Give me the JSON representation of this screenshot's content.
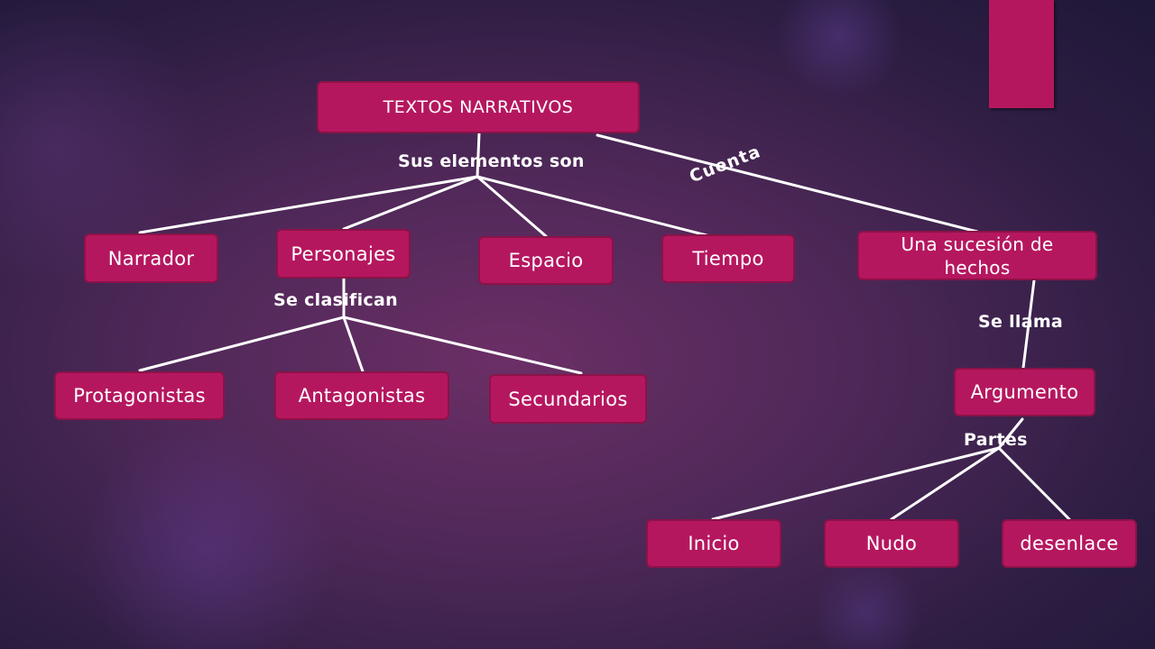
{
  "diagram": {
    "root": "TEXTOS NARRATIVOS",
    "elements_label": "Sus elementos son",
    "cuenta_label": "Cuenta",
    "elements": [
      "Narrador",
      "Personajes",
      "Espacio",
      "Tiempo"
    ],
    "sucesion": "Una sucesión de hechos",
    "clasifican_label": "Se clasifican",
    "personajes_types": [
      "Protagonistas",
      "Antagonistas",
      "Secundarios"
    ],
    "se_llama_label": "Se llama",
    "argumento": "Argumento",
    "partes_label": "Partes",
    "partes": [
      "Inicio",
      "Nudo",
      "desenlace"
    ]
  },
  "colors": {
    "node_fill": "#b5175f",
    "node_border": "#8c1248",
    "connector": "#ffffff",
    "background": "#4e2858"
  }
}
